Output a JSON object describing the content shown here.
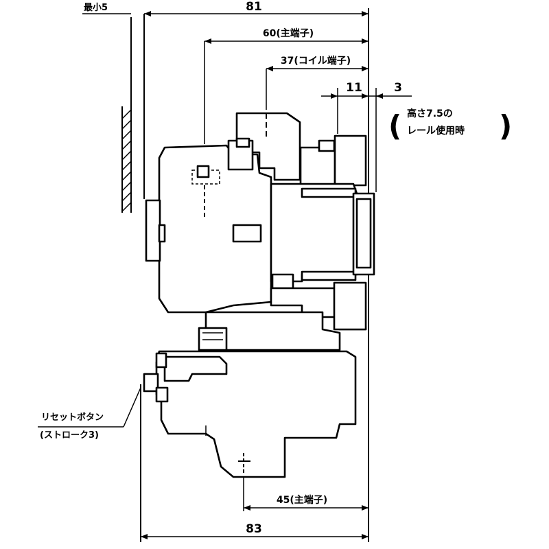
{
  "dimensions": {
    "min_clearance": "最小5",
    "total_width_top": "81",
    "main_terminal_60": "60(主端子)",
    "coil_terminal_37": "37(コイル端子)",
    "rail_offset_11": "11",
    "rail_offset_3": "3",
    "main_terminal_45": "45(主端子)",
    "total_width_bottom": "83"
  },
  "notes": {
    "rail_line1": "高さ7.5の",
    "rail_line2": "レール使用時",
    "paren_open": "(",
    "paren_close": ")",
    "reset_button": "リセットボタン",
    "reset_stroke": "(ストローク3)"
  },
  "colors": {
    "line": "#000000",
    "background": "#ffffff"
  }
}
